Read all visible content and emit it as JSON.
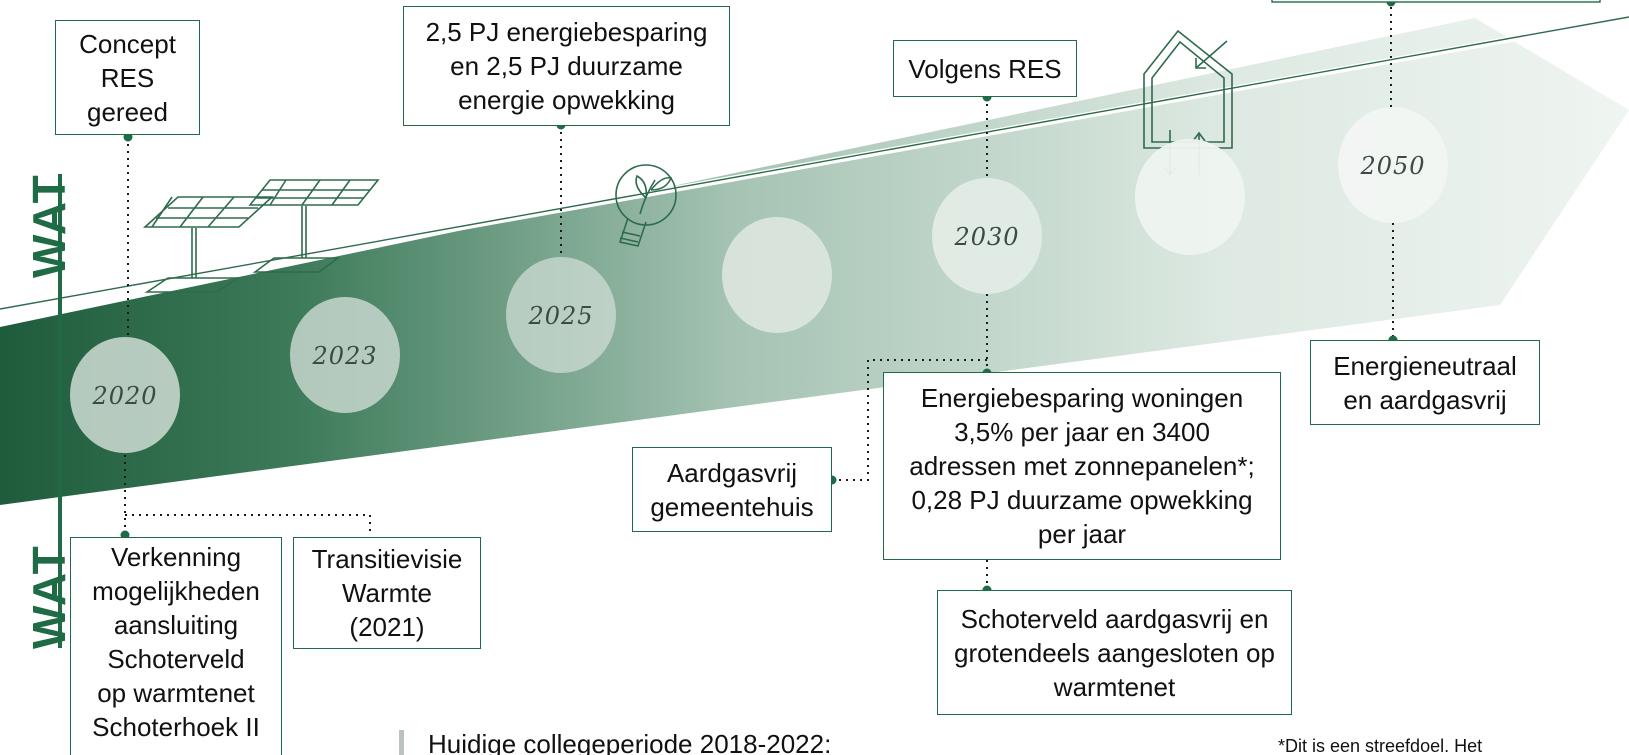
{
  "side_labels": {
    "top": "WAT",
    "bottom": "WAT"
  },
  "years": {
    "y2020": "2020",
    "y2023": "2023",
    "y2025": "2025",
    "y2030": "2030",
    "y2050": "2050"
  },
  "boxes": {
    "concept_res": "Concept\nRES\ngereed",
    "pj_2025": "2,5 PJ energiebesparing\nen 2,5 PJ duurzame\nenergie opwekking",
    "volgens_res": "Volgens RES",
    "energieneutraal": "Energieneutraal\nen aardgasvrij",
    "energiebesparing": "Energiebesparing woningen\n3,5% per jaar en 3400\nadressen met zonnepanelen*;\n0,28 PJ duurzame opwekking\nper jaar",
    "aardgasvrij_gemeentehuis": "Aardgasvrij\ngemeentehuis",
    "schoterveld": "Schoterveld aardgasvrij en\ngrotendeels aangesloten op\nwarmtenet",
    "verkenning": "Verkenning\nmogelijkheden\naansluiting\nSchoterveld\nop warmtenet\nSchoterhoek II",
    "transitievisie": "Transitievisie\nWarmte\n(2021)"
  },
  "notes": {
    "college": "Huidige collegeperiode 2018-2022:",
    "footnote": "*Dit is een streefdoel. Het"
  },
  "colors": {
    "accent": "#1f6b45",
    "arrow_dark": "#2e6b4c",
    "arrow_light": "#e6efea"
  }
}
